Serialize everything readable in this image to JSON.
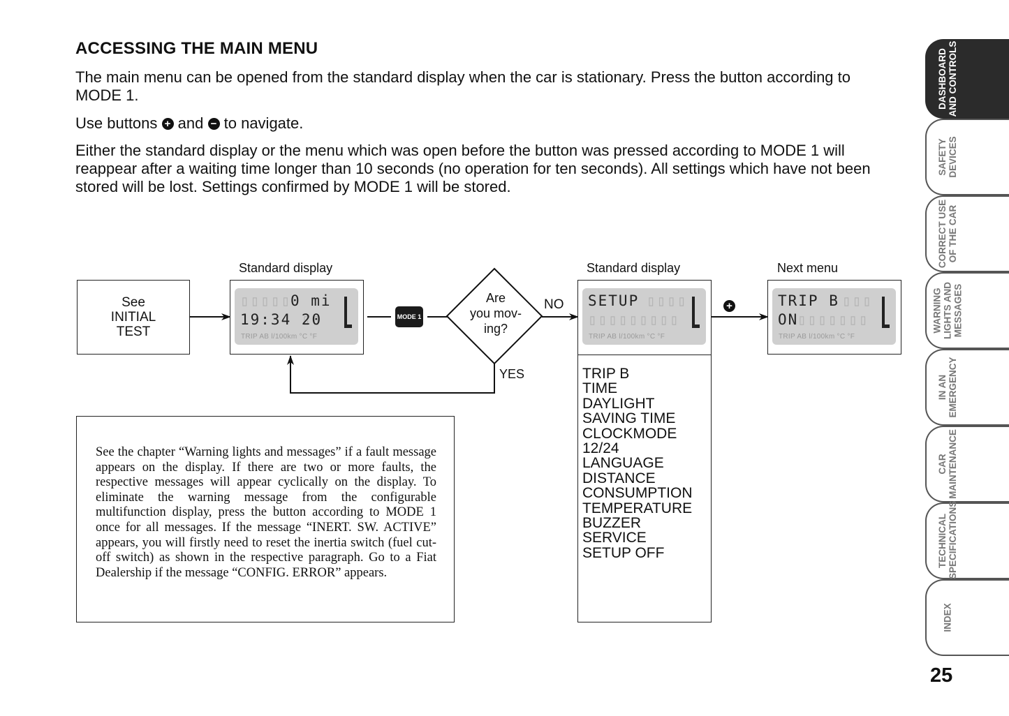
{
  "heading": "ACCESSING THE MAIN MENU",
  "paragraphs": {
    "p1": "The main menu can be opened from the standard display when the car is stationary. Press the button according to MODE 1.",
    "p2_before": "Use buttons",
    "p2_plus": "+",
    "p2_and": "and",
    "p2_minus": "−",
    "p2_after": "to navigate.",
    "p3": "Either the standard display or the menu which was open before the button was pressed according to MODE 1 will reappear after a waiting time longer than 10 seconds (no operation for ten seconds).  All settings which have not been stored will be lost. Settings confirmed by MODE 1 will be stored."
  },
  "diagram": {
    "initial_box": "See\nINITIAL\nTEST",
    "display1": {
      "caption": "Standard display",
      "row1": "0 mi",
      "row2": "19:34  20",
      "legend": "TRIP AB l/100km °C °F"
    },
    "mode_button": "MODE 1",
    "decision": "Are\nyou mov-\ning?",
    "no_label": "NO",
    "yes_label": "YES",
    "display2": {
      "caption": "Standard display",
      "row1": "SETUP",
      "row2": "",
      "legend": "TRIP AB l/100km °C °F"
    },
    "plus_symbol": "+",
    "display3": {
      "caption": "Next menu",
      "row1": "TRIP B",
      "row2": "ON",
      "legend": "TRIP AB l/100km °C °F"
    },
    "menu_items": [
      "TRIP B",
      "TIME",
      "DAYLIGHT",
      "SAVING TIME",
      "CLOCKMODE",
      "12/24",
      "LANGUAGE",
      "DISTANCE",
      "CONSUMPTION",
      "TEMPERATURE",
      "BUZZER",
      "SERVICE",
      "SETUP OFF"
    ]
  },
  "note": "See the chapter “Warning lights and messages” if a fault message appears on the display. If there are two or more faults, the respective messages will appear cyclically on the display. To eliminate the warning message from the configurable multifunction display, press the button according to MODE 1 once for all messages. If the message “INERT. SW. ACTIVE” appears, you will firstly need to reset the inertia switch (fuel cut-off switch) as shown in the respective paragraph. Go to a Fiat Dealership if the message “CONFIG. ERROR” appears.",
  "sidebar": [
    {
      "label": "DASHBOARD\nAND CONTROLS",
      "active": true
    },
    {
      "label": "SAFETY\nDEVICES",
      "active": false
    },
    {
      "label": "CORRECT USE\nOF THE CAR",
      "active": false
    },
    {
      "label": "WARNING\nLIGHTS AND\nMESSAGES",
      "active": false
    },
    {
      "label": "IN AN\nEMERGENCY",
      "active": false
    },
    {
      "label": "CAR\nMAINTENANCE",
      "active": false
    },
    {
      "label": "TECHNICAL\nSPECIFICATIONS",
      "active": false
    },
    {
      "label": "INDEX",
      "active": false
    }
  ],
  "page_number": "25",
  "colors": {
    "tab_active": "#2b2b2b",
    "lcd": "#cfcfcf",
    "ink": "#111111"
  }
}
